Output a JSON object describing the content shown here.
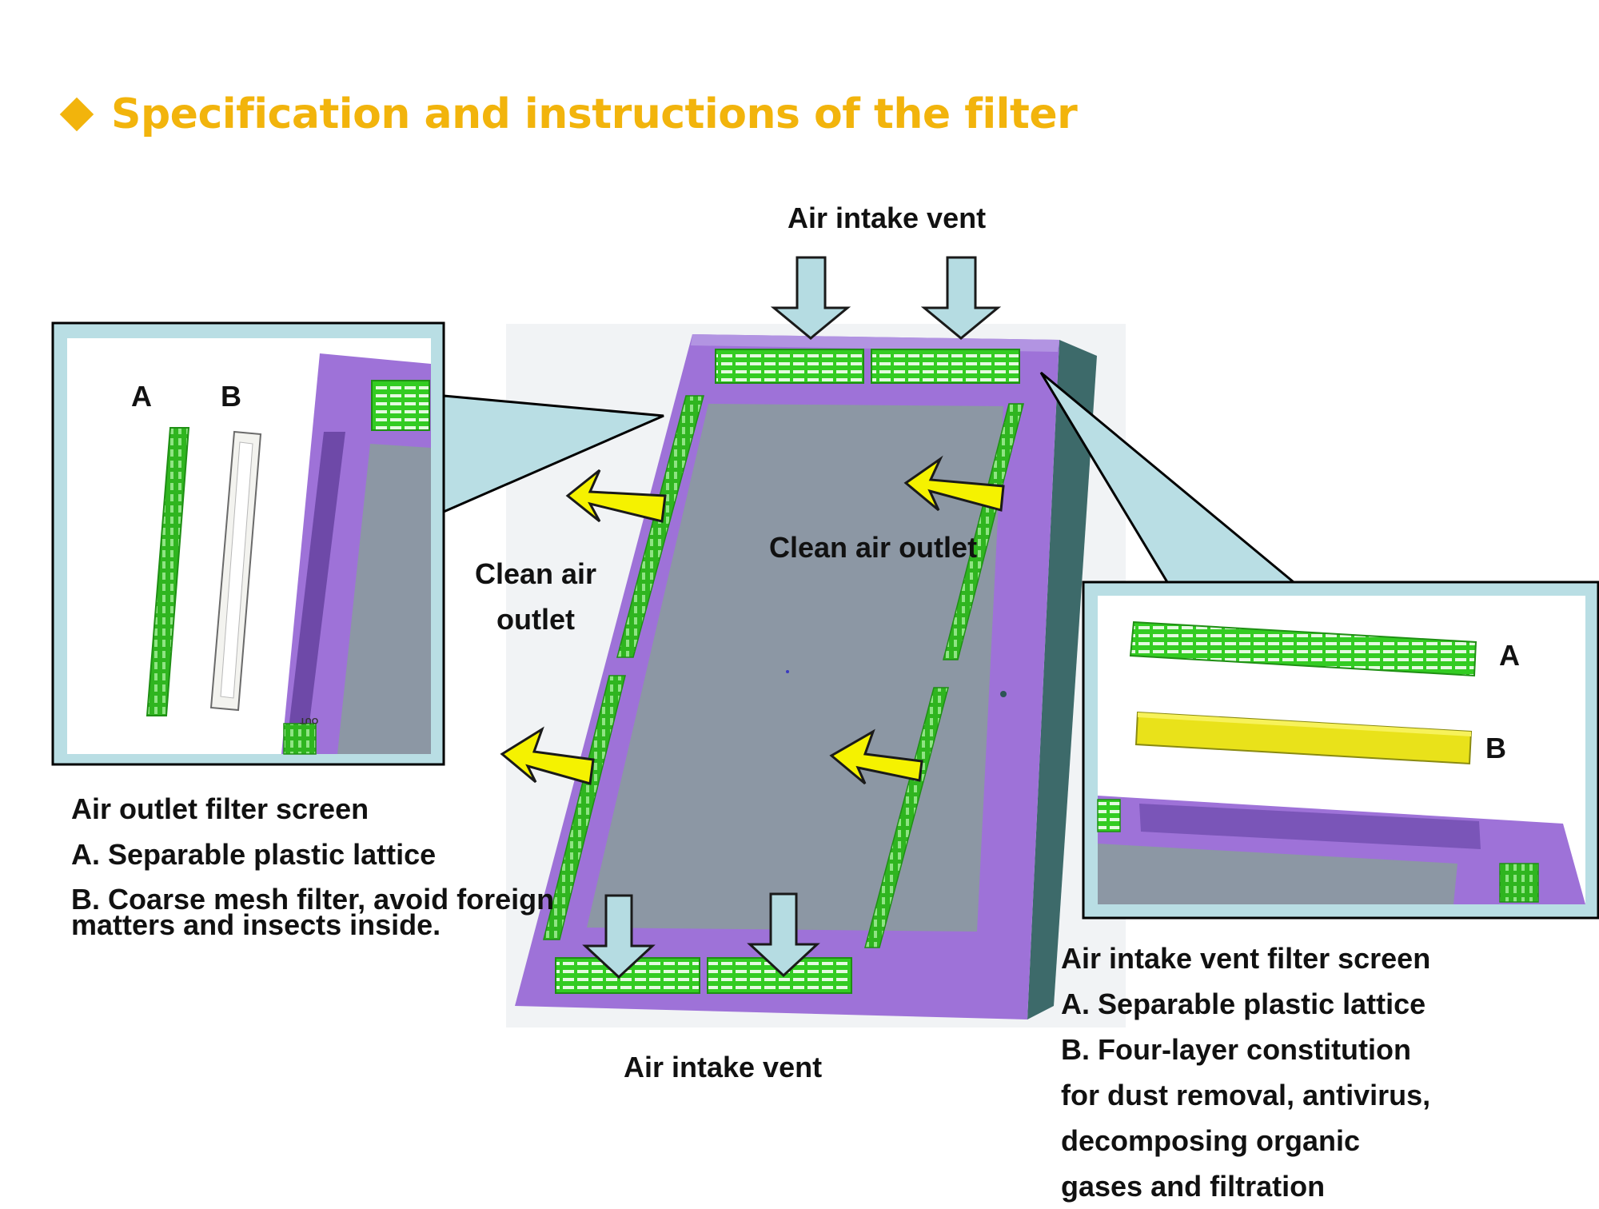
{
  "page": {
    "title": "Specification and instructions of  the filter",
    "accent_color": "#F2B40C",
    "bullet_icon": "diamond-bullet-icon"
  },
  "diagram": {
    "labels": {
      "air_intake_top": "Air intake vent",
      "air_intake_bottom": "Air intake vent",
      "clean_outlet_right": "Clean air outlet",
      "clean_outlet_left_line1": "Clean air",
      "clean_outlet_left_line2": "outlet"
    },
    "left_inset": {
      "part_a": "A",
      "part_b": "B",
      "tag": "OUT"
    },
    "right_inset": {
      "part_a": "A",
      "part_b": "B"
    },
    "colors": {
      "housing_purple": "#9E72D8",
      "panel_grey": "#8C97A4",
      "grille_green": "#33CC22",
      "arrow_yellow": "#F5F200",
      "arrow_blue": "#B5DCE2",
      "callout_fill": "#B9DEE4"
    }
  },
  "outlet_filter": {
    "heading": "Air outlet filter screen",
    "line_a": "A. Separable plastic lattice",
    "line_b1": "B. Coarse mesh filter, avoid foreign",
    "line_b2": "matters and insects inside."
  },
  "intake_filter": {
    "heading": "Air intake vent filter screen",
    "line_a": "A. Separable plastic lattice",
    "line_b1": "B. Four-layer constitution",
    "line_b2": "for dust removal, antivirus,",
    "line_b3": "decomposing organic",
    "line_b4": "gases and filtration"
  }
}
